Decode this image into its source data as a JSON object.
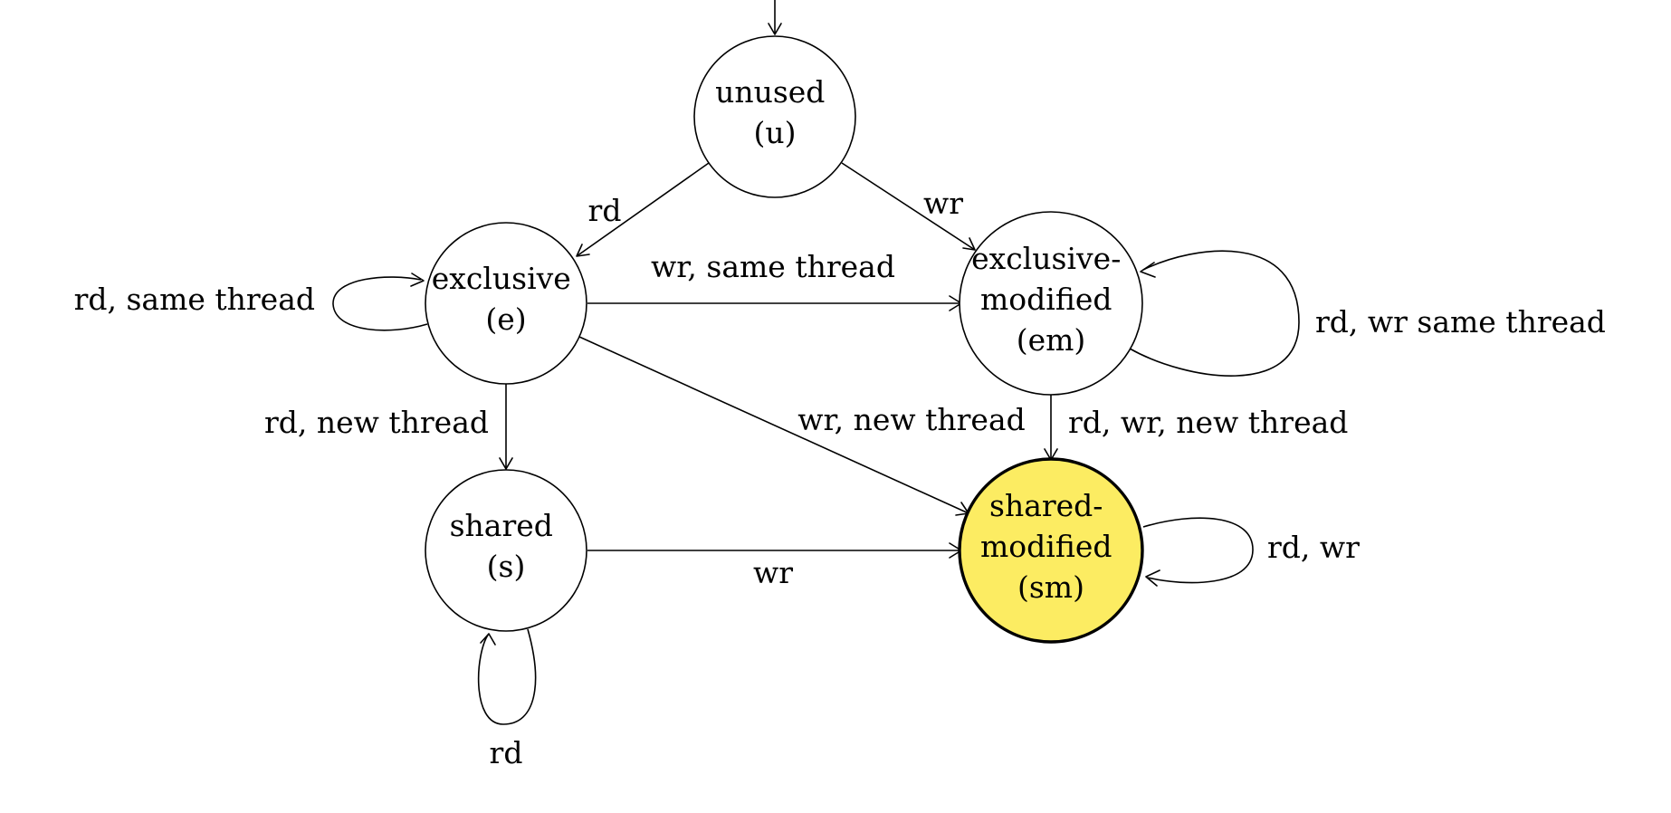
{
  "diagram": {
    "type": "state-machine",
    "initial_state": "u",
    "states": [
      {
        "id": "u",
        "lines": [
          "unused",
          "(u)"
        ]
      },
      {
        "id": "e",
        "lines": [
          "exclusive",
          "(e)"
        ]
      },
      {
        "id": "em",
        "lines": [
          "exclusive-",
          "modified",
          "(em)"
        ]
      },
      {
        "id": "s",
        "lines": [
          "shared",
          "(s)"
        ]
      },
      {
        "id": "sm",
        "lines": [
          "shared-",
          "modified",
          "(sm)"
        ],
        "highlight": true
      }
    ],
    "transitions": [
      {
        "id": "u-e",
        "from": "u",
        "to": "e",
        "label": "rd"
      },
      {
        "id": "u-em",
        "from": "u",
        "to": "em",
        "label": "wr"
      },
      {
        "id": "e-e",
        "from": "e",
        "to": "e",
        "label": "rd, same thread"
      },
      {
        "id": "e-em",
        "from": "e",
        "to": "em",
        "label": "wr, same thread"
      },
      {
        "id": "em-em",
        "from": "em",
        "to": "em",
        "label": "rd, wr same thread"
      },
      {
        "id": "e-s",
        "from": "e",
        "to": "s",
        "label": "rd, new thread"
      },
      {
        "id": "e-sm",
        "from": "e",
        "to": "sm",
        "label": "wr, new thread"
      },
      {
        "id": "em-sm",
        "from": "em",
        "to": "sm",
        "label": "rd, wr, new thread"
      },
      {
        "id": "s-sm",
        "from": "s",
        "to": "sm",
        "label": "wr"
      },
      {
        "id": "sm-sm",
        "from": "sm",
        "to": "sm",
        "label": "rd, wr"
      },
      {
        "id": "s-s",
        "from": "s",
        "to": "s",
        "label": "rd"
      }
    ]
  },
  "colors": {
    "highlight_fill": "#fcec62",
    "stroke": "#000000",
    "background": "#ffffff"
  }
}
